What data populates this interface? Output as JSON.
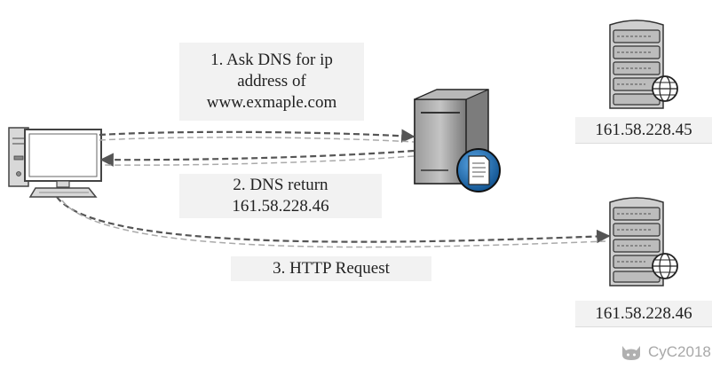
{
  "steps": {
    "ask_dns": {
      "lines": [
        "1. Ask DNS for ip",
        "address of",
        "www.exmaple.com"
      ]
    },
    "dns_return": {
      "lines": [
        "2. DNS return",
        "161.58.228.46"
      ]
    },
    "http_request": {
      "label": "3. HTTP Request"
    }
  },
  "servers": [
    {
      "ip": "161.58.228.45"
    },
    {
      "ip": "161.58.228.46"
    }
  ],
  "watermark": {
    "text": "CyC2018",
    "icon": "github-cat-icon"
  },
  "colors": {
    "box_fill": "#f2f2f2",
    "arrow": "#555555",
    "server_grey": "#8a8a8a",
    "globe_blue": "#1f6fb4"
  },
  "icons": {
    "client": "desktop-computer-icon",
    "dns": "dns-server-icon",
    "web_server": "web-server-icon"
  }
}
